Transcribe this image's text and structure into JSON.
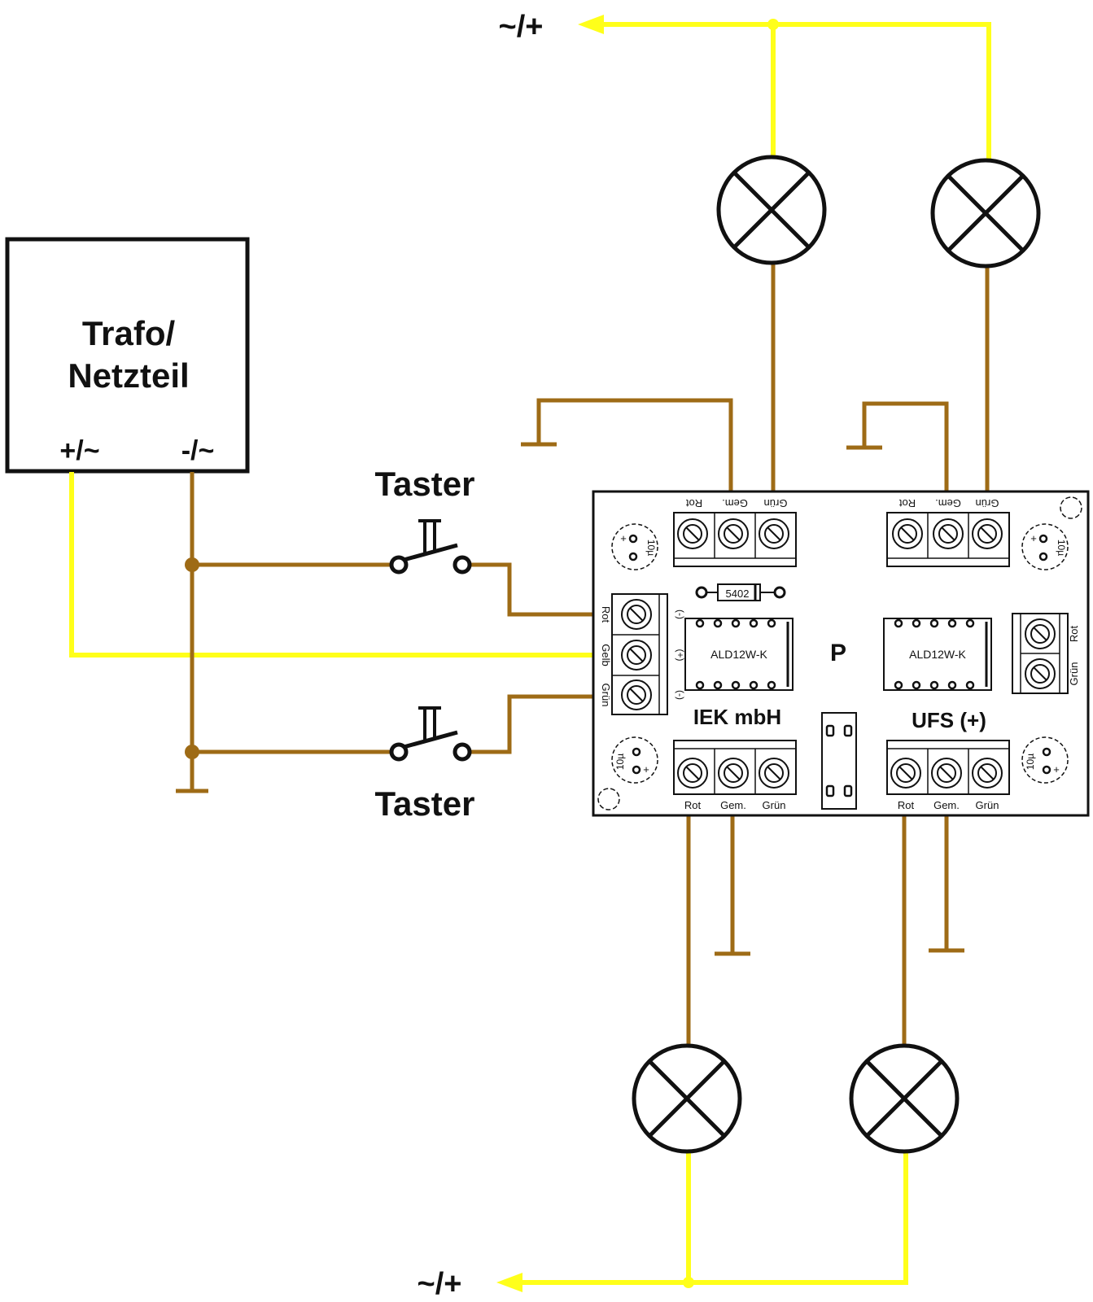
{
  "colors": {
    "wire_ac": "#ffff1a",
    "wire_dc": "#9e6b16",
    "stroke": "#111111",
    "background": "#ffffff"
  },
  "supply": {
    "title_line1": "Trafo/",
    "title_line2": "Netzteil",
    "plus_label": "+/~",
    "minus_label": "-/~"
  },
  "switches": {
    "top_label": "Taster",
    "bottom_label": "Taster"
  },
  "outputs": {
    "top_label": "~/+",
    "bottom_label": "~/+"
  },
  "board": {
    "center_label": "P",
    "left_name": "IEK mbH",
    "right_name": "UFS (+)",
    "relay_left": "ALD12W-K",
    "relay_right": "ALD12W-K",
    "diode_label": "5402",
    "cap_label": "10µ",
    "cap_plus": "+",
    "terminal_rot": "Rot",
    "terminal_gem": "Gem.",
    "terminal_gruen": "Grün",
    "input_rot": "Rot",
    "input_gelb": "Gelb",
    "input_gruen": "Grün",
    "pol_minus": "(-)",
    "pol_plus": "(+)",
    "side_rot": "Rot",
    "side_gruen": "Grün"
  }
}
